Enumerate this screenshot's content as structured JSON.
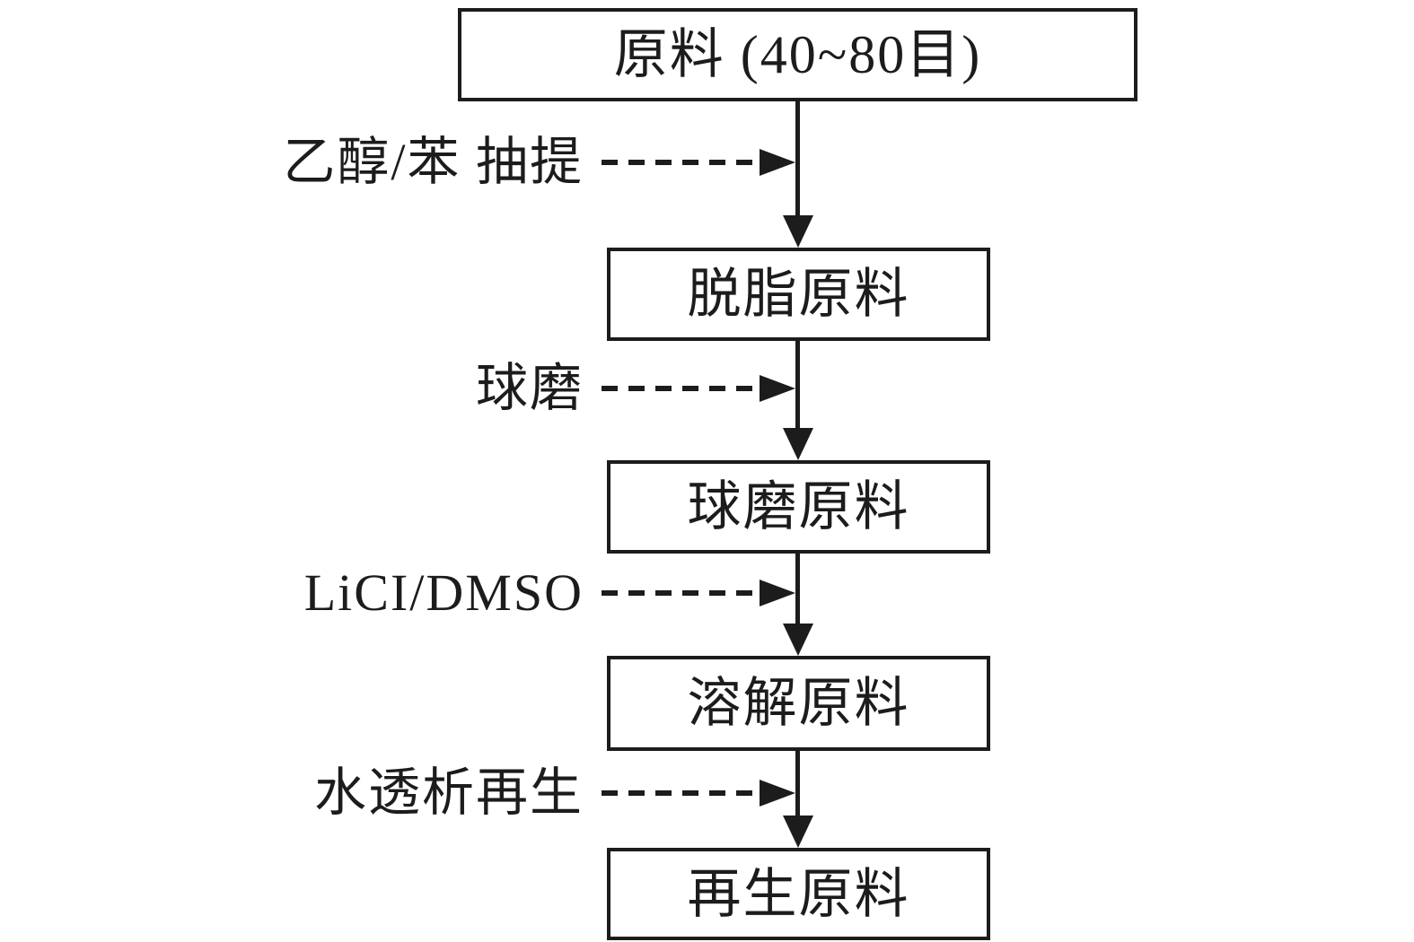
{
  "diagram": {
    "type": "flowchart",
    "orientation": "top-down",
    "colors": {
      "ink": "#1c1c1c",
      "background": "#ffffff"
    },
    "boxes": [
      {
        "label": "原料 (40~80目)"
      },
      {
        "label": "脱脂原料"
      },
      {
        "label": "球磨原料"
      },
      {
        "label": "溶解原料"
      },
      {
        "label": "再生原料"
      }
    ],
    "side_labels": [
      {
        "label": "乙醇/苯 抽提"
      },
      {
        "label": "球磨"
      },
      {
        "label": "LiCI/DMSO"
      },
      {
        "label": "水透析再生"
      }
    ]
  }
}
